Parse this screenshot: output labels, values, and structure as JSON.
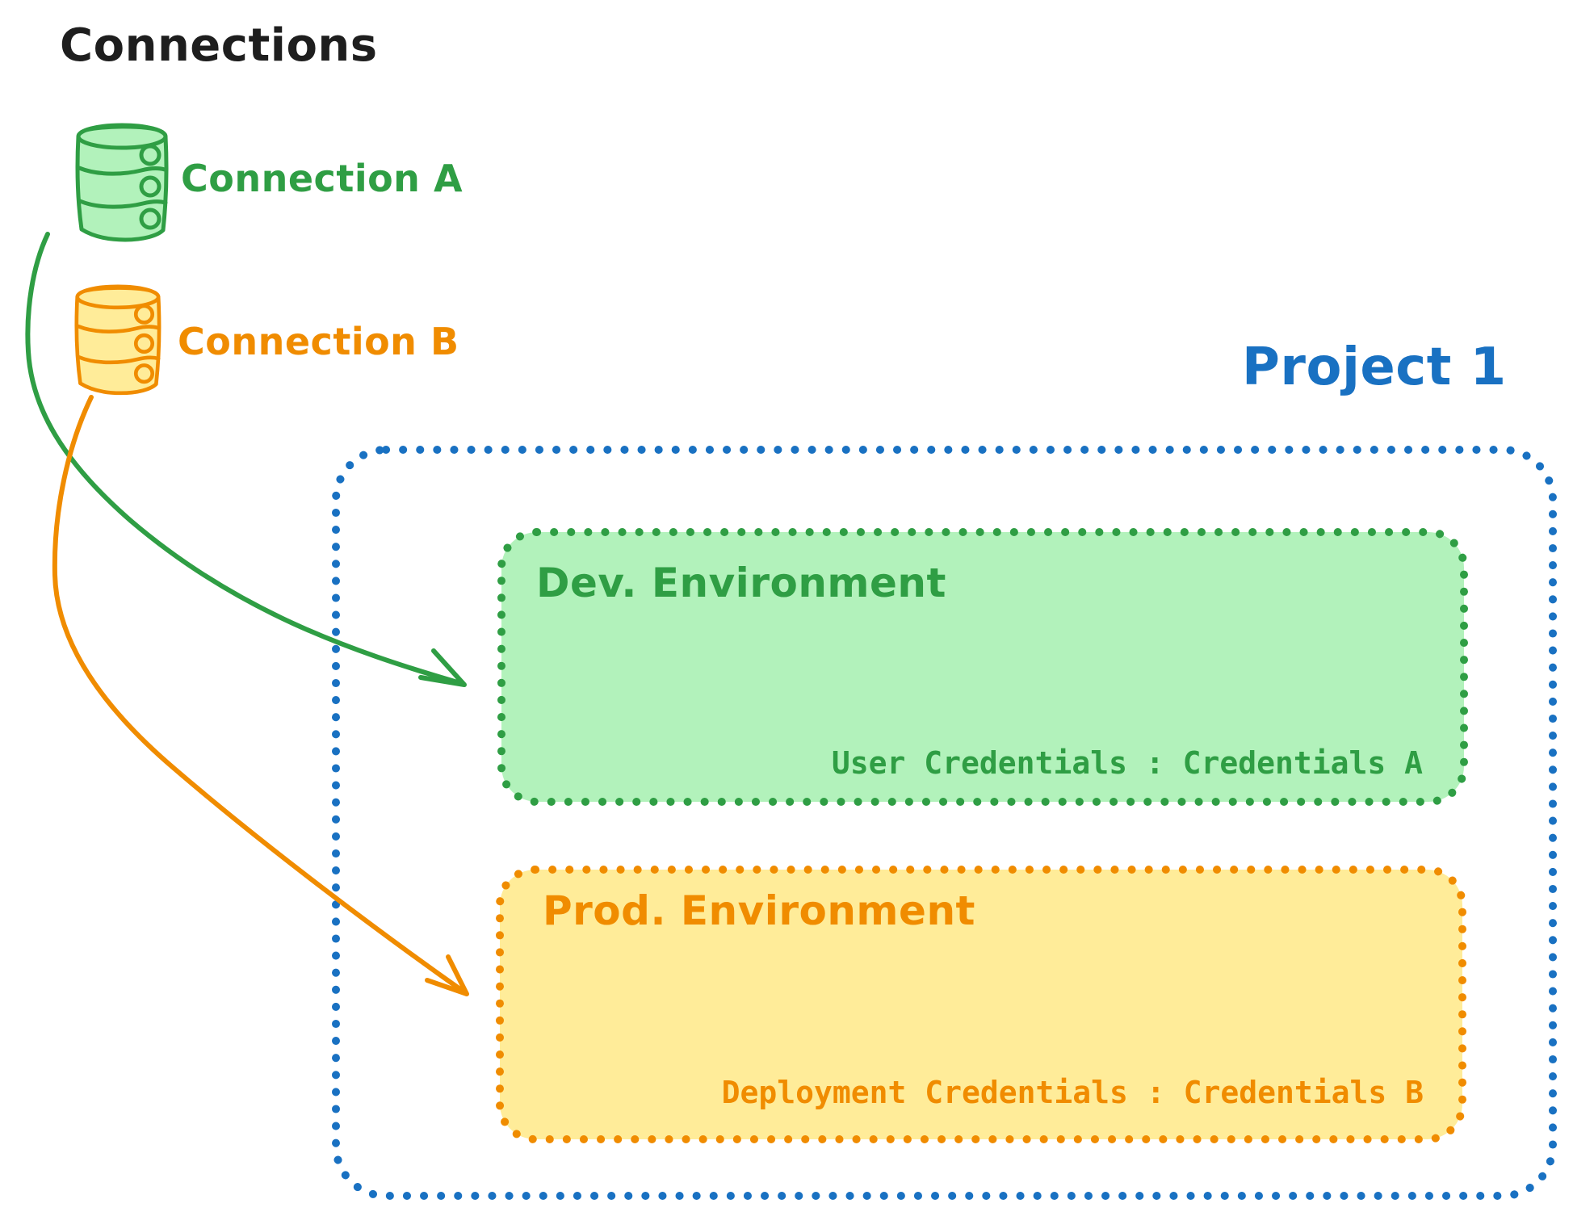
{
  "title": "Connections",
  "colors": {
    "text": "#1e1e1e",
    "green_stroke": "#2f9e44",
    "green_fill": "#b2f2bb",
    "orange_stroke": "#f08c00",
    "orange_fill": "#ffec99",
    "blue_stroke": "#1971c2"
  },
  "connections": [
    {
      "label": "Connection A",
      "icon": "database-icon",
      "color": "#2f9e44",
      "fill": "#b2f2bb"
    },
    {
      "label": "Connection B",
      "icon": "database-icon",
      "color": "#f08c00",
      "fill": "#ffec99"
    }
  ],
  "project": {
    "label": "Project 1",
    "color": "#1971c2",
    "environments": [
      {
        "title": "Dev. Environment",
        "credentials": "User Credentials : Credentials A",
        "color": "#2f9e44",
        "fill": "#b2f2bb"
      },
      {
        "title": "Prod. Environment",
        "credentials": "Deployment Credentials : Credentials B",
        "color": "#f08c00",
        "fill": "#ffec99"
      }
    ]
  },
  "arrows": [
    {
      "from": "Connection A",
      "to": "Dev. Environment",
      "color": "#2f9e44"
    },
    {
      "from": "Connection B",
      "to": "Prod. Environment",
      "color": "#f08c00"
    }
  ]
}
